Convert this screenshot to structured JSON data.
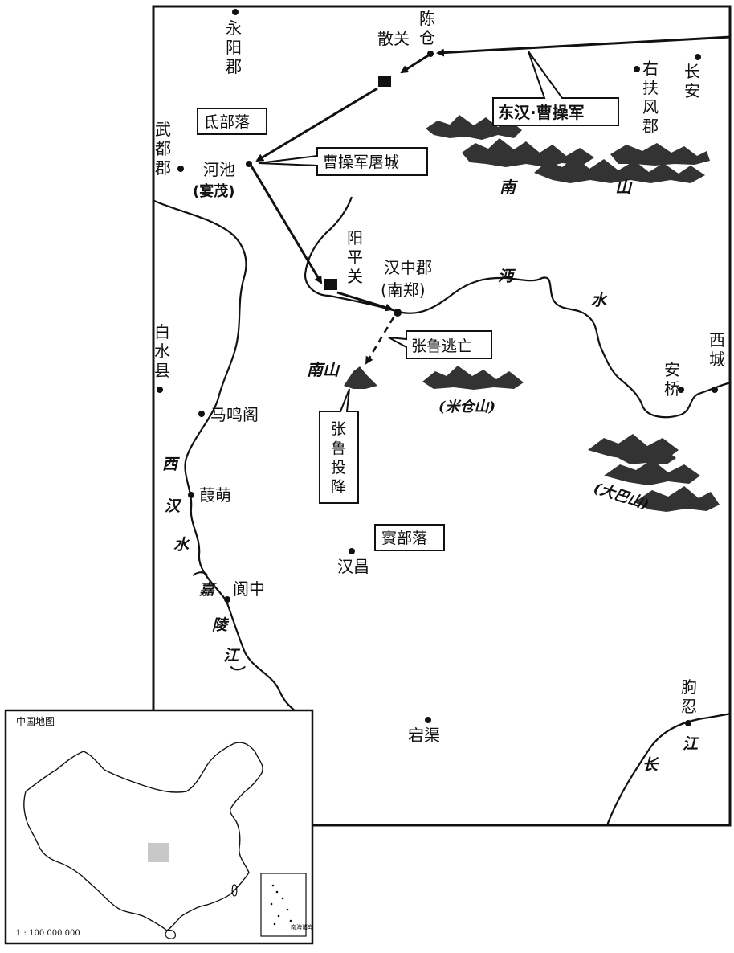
{
  "places": {
    "yongyang": "永阳郡",
    "chencang": "陈仓",
    "sanguan": "散关",
    "youfufeng": "右扶风郡",
    "changan": "长安",
    "wudu": "武都郡",
    "hechi": "河池",
    "hechi_alt": "(宴茂)",
    "yangping": "阳平关",
    "hanzhong": "汉中郡",
    "hanzhong_alt": "(南郑)",
    "baishui": "白水县",
    "maming": "马鸣阁",
    "jiameng": "葭萌",
    "langzhong": "阆中",
    "hanchang": "汉昌",
    "dangqu": "宕渠",
    "anqiao": "安桥",
    "xicheng": "西城",
    "qurang": "朐忍"
  },
  "callouts": {
    "di_tribe": "氐部落",
    "cao_tu": "曹操军屠城",
    "cao_army": "东汉·曹操军",
    "zhang_flee": "张鲁逃亡",
    "zhang_surrender": "张鲁投降",
    "cong_tribe": "賨部落"
  },
  "rivers": {
    "mian": "沔",
    "mian_shui": "水",
    "xi": "西",
    "han": "汉",
    "shui": "水",
    "jia": "嘉",
    "ling": "陵",
    "jiang": "江",
    "chang": "长",
    "jiang2": "江"
  },
  "mountains": {
    "nan": "南",
    "shan": "山",
    "nanshan": "南山",
    "micang": "(米仓山)",
    "daba": "(大巴山)"
  },
  "inset": {
    "title": "中国地图",
    "scale": "1 : 100 000 000",
    "south_sea": "南海诸岛"
  }
}
